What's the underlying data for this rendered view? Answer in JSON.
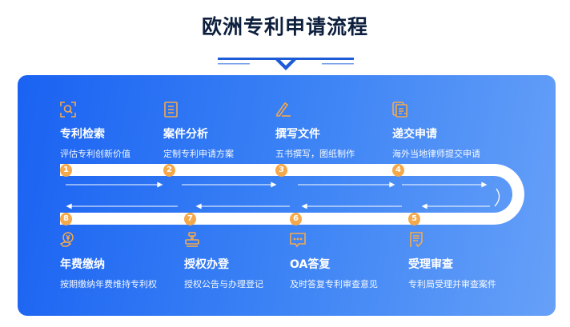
{
  "title": "欧洲专利申请流程",
  "accent": "#f6a94a",
  "steps_top": [
    {
      "num": "1",
      "title": "专利检索",
      "desc": "评估专利创新价值",
      "icon": "search-scan-icon"
    },
    {
      "num": "2",
      "title": "案件分析",
      "desc": "定制专利申请方案",
      "icon": "document-icon"
    },
    {
      "num": "3",
      "title": "撰写文件",
      "desc": "五书撰写，图纸制作",
      "icon": "pen-icon"
    },
    {
      "num": "4",
      "title": "递交申请",
      "desc": "海外当地律师提交申请",
      "icon": "submit-document-icon"
    }
  ],
  "steps_bottom": [
    {
      "num": "8",
      "title": "年费缴纳",
      "desc": "按期缴纳年费维持专利权",
      "icon": "yen-hand-icon"
    },
    {
      "num": "7",
      "title": "授权办登",
      "desc": "授权公告与办理登记",
      "icon": "stamp-icon"
    },
    {
      "num": "6",
      "title": "OA答复",
      "desc": "及时答复专利审查意见",
      "icon": "chat-icon"
    },
    {
      "num": "5",
      "title": "受理审查",
      "desc": "专利局受理并审查案件",
      "icon": "checklist-icon"
    }
  ]
}
